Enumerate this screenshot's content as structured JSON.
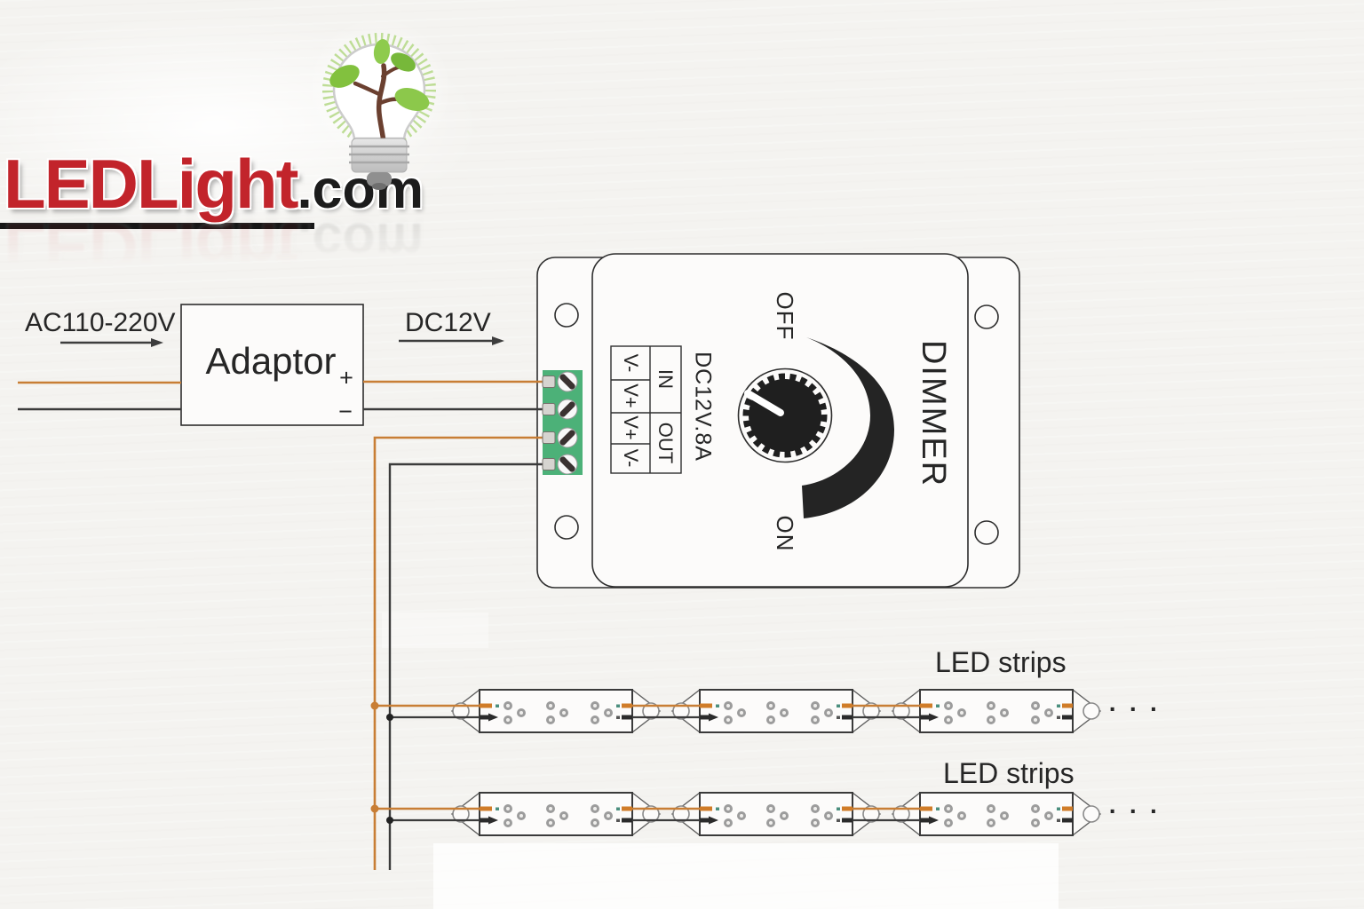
{
  "logo": {
    "brand": "LEDLight",
    "suffix": ".com"
  },
  "flow": {
    "input": "AC110-220V",
    "output": "DC12V"
  },
  "adaptor": {
    "label": "Adaptor",
    "positive": "+",
    "negative": "−"
  },
  "dimmer": {
    "title": "DIMMER",
    "rating": "DC12V.8A",
    "off": "OFF",
    "on": "ON",
    "in": "IN",
    "out": "OUT",
    "terminals": [
      "V-",
      "V+",
      "V+",
      "V-"
    ]
  },
  "strips": {
    "row1": "LED strips",
    "row2": "LED strips",
    "more": "· · ·"
  },
  "colors": {
    "positive_wire": "#c87e35",
    "negative_wire": "#3b3b3b",
    "terminal_block": "#4cb178",
    "brand_red": "#c2242b"
  }
}
